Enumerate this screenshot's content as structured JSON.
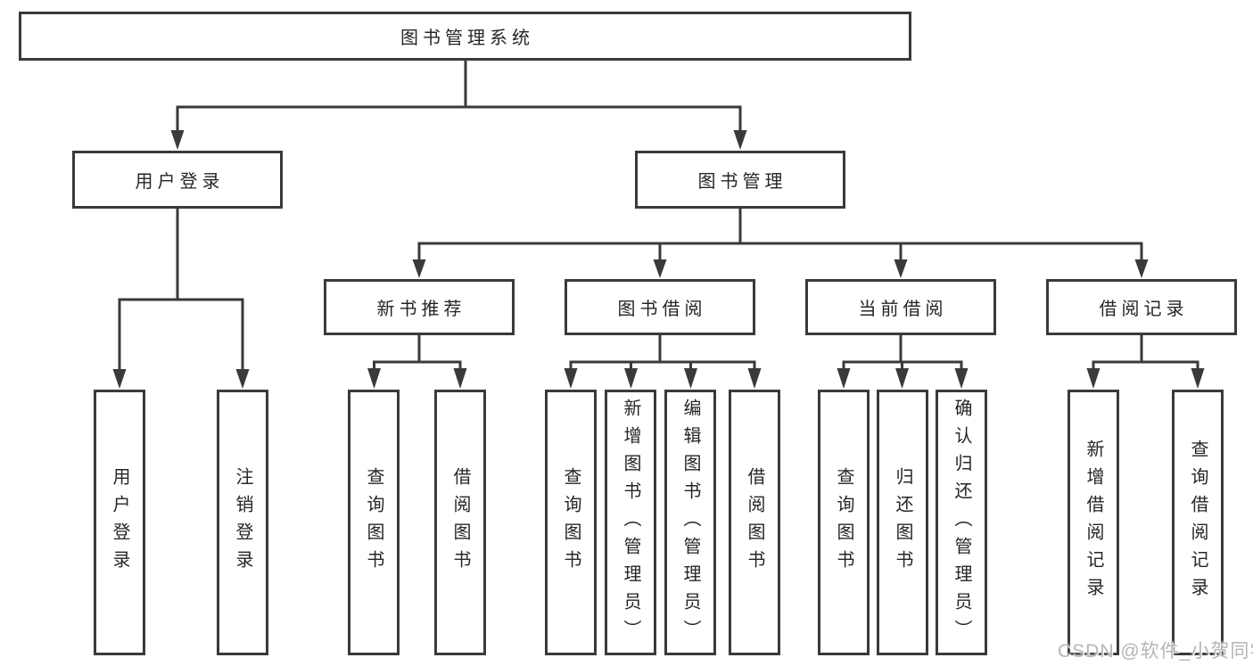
{
  "tree": {
    "root": "图书管理系统",
    "login": {
      "label": "用户登录",
      "children": [
        "用户登录",
        "注销登录"
      ]
    },
    "management": {
      "label": "图书管理",
      "groups": [
        {
          "label": "新书推荐",
          "children": [
            "查询图书",
            "借阅图书"
          ]
        },
        {
          "label": "图书借阅",
          "children": [
            "查询图书",
            "新增图书（管理员）",
            "编辑图书（管理员）",
            "借阅图书"
          ]
        },
        {
          "label": "当前借阅",
          "children": [
            "查询图书",
            "归还图书",
            "确认归还（管理员）"
          ]
        },
        {
          "label": "借阅记录",
          "children": [
            "新增借阅记录",
            "查询借阅记录"
          ]
        }
      ]
    }
  },
  "watermark": "CSDN @软件_小贺同学",
  "colors": {
    "line": "#3a3a3a",
    "text": "#262626",
    "watermark": "#b5b5b5",
    "background": "#ffffff"
  }
}
